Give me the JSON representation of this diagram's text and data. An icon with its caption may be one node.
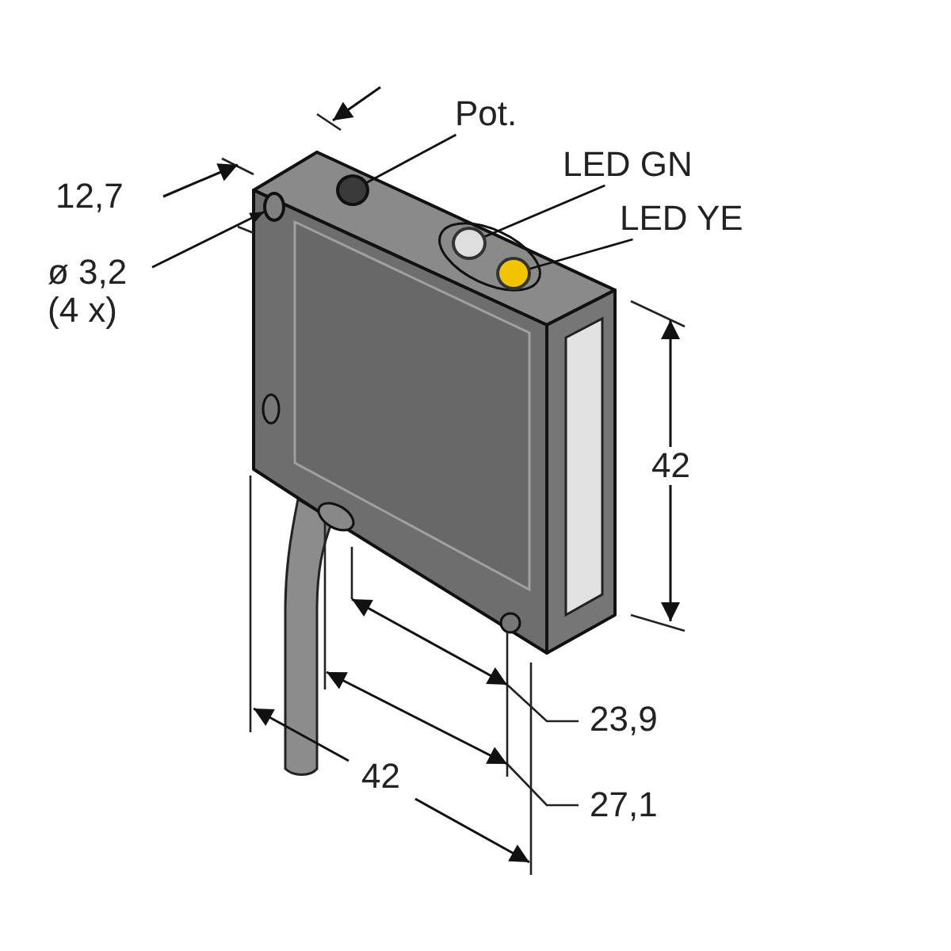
{
  "diagram": {
    "nodes": [
      {
        "text": [
          "Pot."
        ]
      },
      {
        "text": [],
        "shape": "circle"
      },
      {
        "text": [
          "LED GN"
        ]
      },
      {
        "text": [],
        "shape": "circle"
      },
      {
        "text": [
          "LED YE"
        ]
      },
      {
        "text": [],
        "shape": "circle"
      },
      {
        "text": [
          "ø 3,2 (4 x)"
        ]
      },
      {
        "text": [],
        "shape": "circle"
      }
    ],
    "edges": [
      {
        "from": 0,
        "to": 1,
        "arrow": "none"
      },
      {
        "from": 2,
        "to": 3,
        "arrow": "none"
      },
      {
        "from": 4,
        "to": 5,
        "arrow": "none"
      },
      {
        "from": 6,
        "to": 7,
        "arrow": "to"
      }
    ],
    "labels": [
      "12,7",
      "42",
      "23,9",
      "42",
      "27,1"
    ]
  }
}
